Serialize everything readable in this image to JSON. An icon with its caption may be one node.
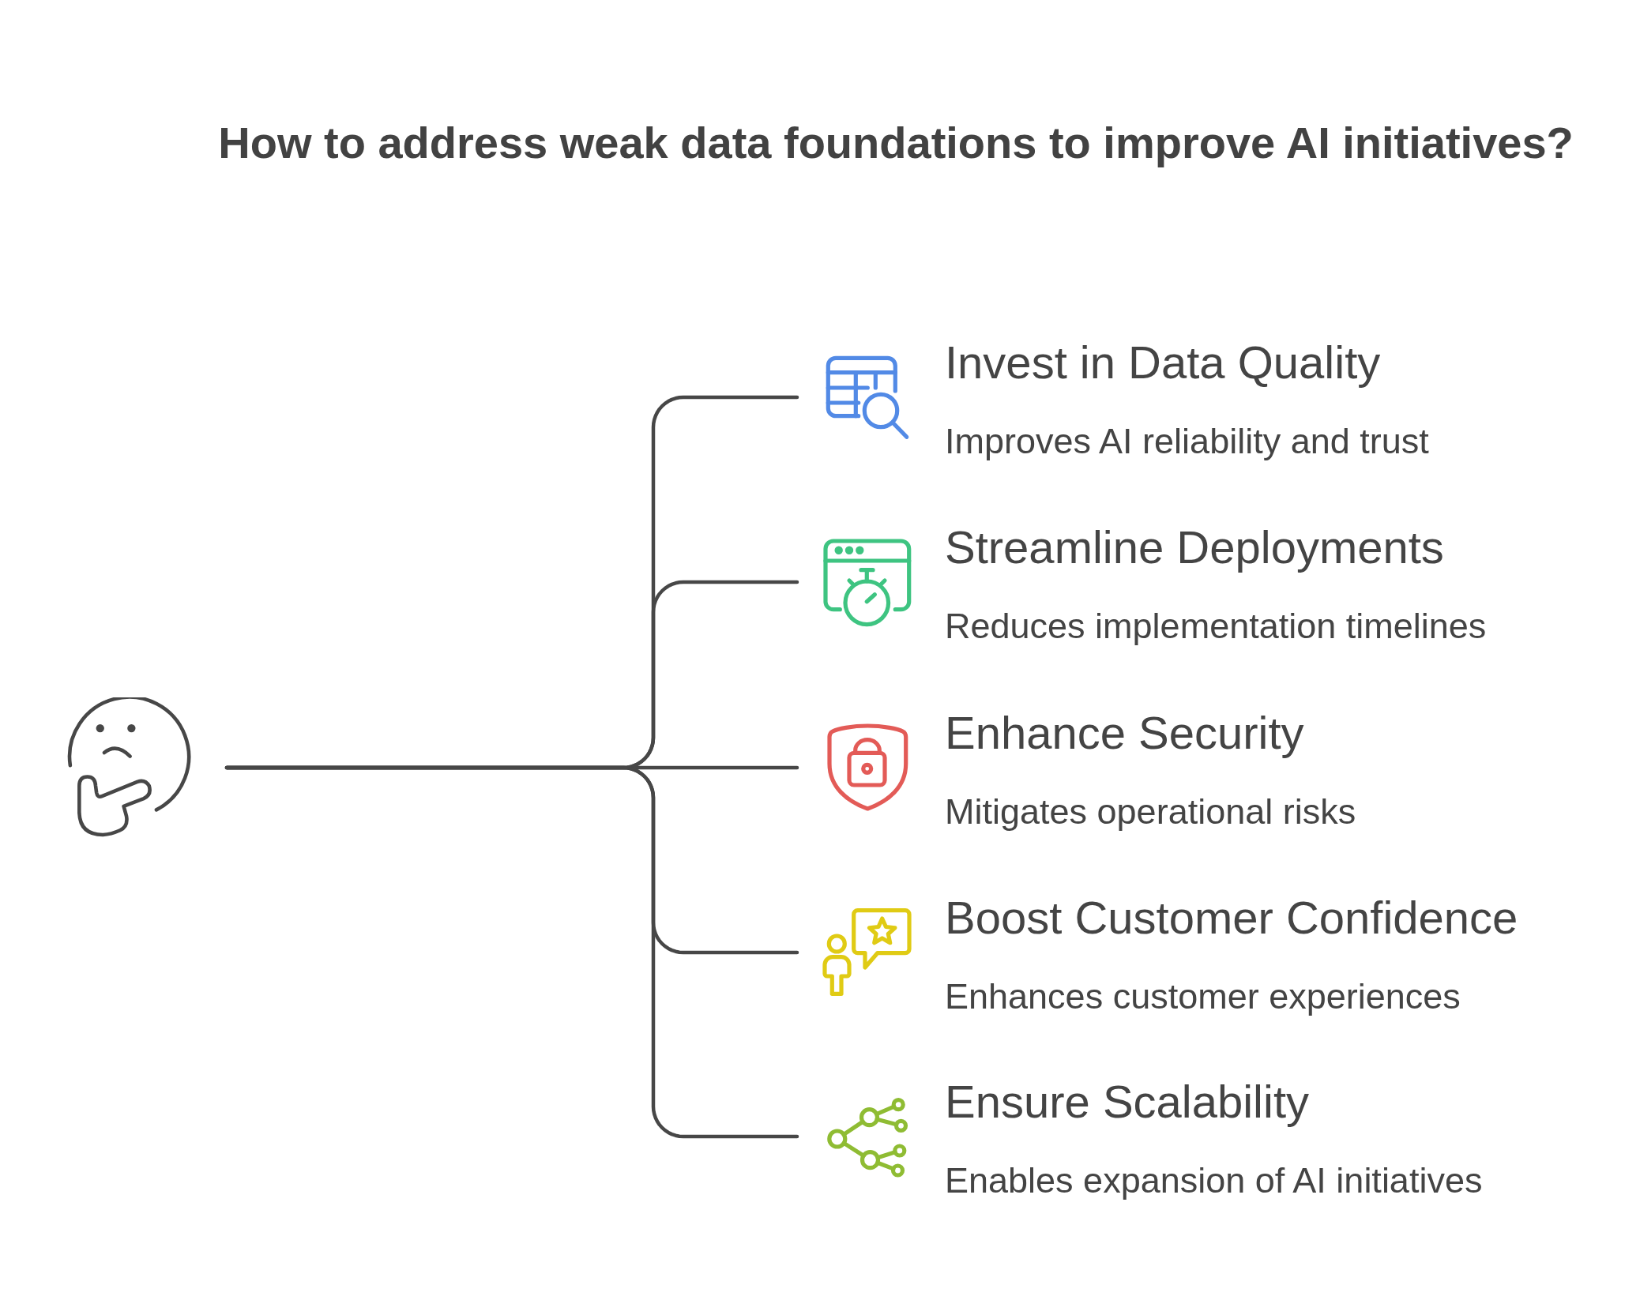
{
  "diagram": {
    "title": "How to address weak data foundations to improve AI initiatives?",
    "nodes": [
      {
        "text": [],
        "shape": "picture"
      },
      {
        "text": [
          "Invest in Data Quality",
          "Improves AI reliability and trust"
        ]
      },
      {
        "text": [
          "Streamline Deployments",
          "Reduces implementation timelines"
        ]
      },
      {
        "text": [
          "Enhance Security",
          "Mitigates operational risks"
        ]
      },
      {
        "text": [
          "Boost Customer Confidence",
          "Enhances customer experiences"
        ]
      },
      {
        "text": [
          "Ensure Scalability",
          "Enables expansion of AI initiatives"
        ]
      }
    ],
    "edges": [
      {
        "from": 0,
        "to": 1,
        "arrow": "none"
      },
      {
        "from": 0,
        "to": 2,
        "arrow": "none"
      },
      {
        "from": 0,
        "to": 3,
        "arrow": "none"
      },
      {
        "from": 0,
        "to": 4,
        "arrow": "none"
      },
      {
        "from": 0,
        "to": 5,
        "arrow": "none"
      }
    ]
  }
}
